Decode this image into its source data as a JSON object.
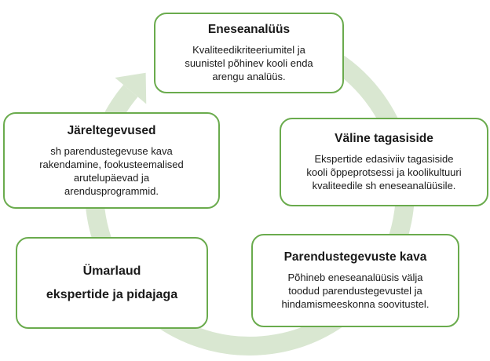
{
  "colors": {
    "border": "#6aab4d",
    "ring": "#d9e7d1"
  },
  "steps": [
    {
      "title": "Eneseanalüüs",
      "lines": [
        "Kvaliteedikriteeriumitel ja",
        "suunistel põhinev kooli enda",
        "arengu analüüs."
      ]
    },
    {
      "title": "Väline tagasiside",
      "lines": [
        "Ekspertide edasiviiv tagasiside",
        "kooli õppeprotsessi ja koolikultuuri",
        "kvaliteedile sh eneseanalüüsile."
      ]
    },
    {
      "title": "Parendustegevuste kava",
      "lines": [
        "Põhineb eneseanalüüsis välja",
        "toodud parendustegevustel ja",
        "hindamismeeskonna soovitustel."
      ]
    },
    {
      "title": "Ümarlaud",
      "lines": [
        "ekspertide ja pidajaga"
      ]
    },
    {
      "title": "Järeltegevused",
      "lines": [
        "sh parendustegevuse kava",
        "rakendamine, fookusteemalised",
        "arutelupäevad ja",
        "arendusprogrammid."
      ]
    }
  ]
}
